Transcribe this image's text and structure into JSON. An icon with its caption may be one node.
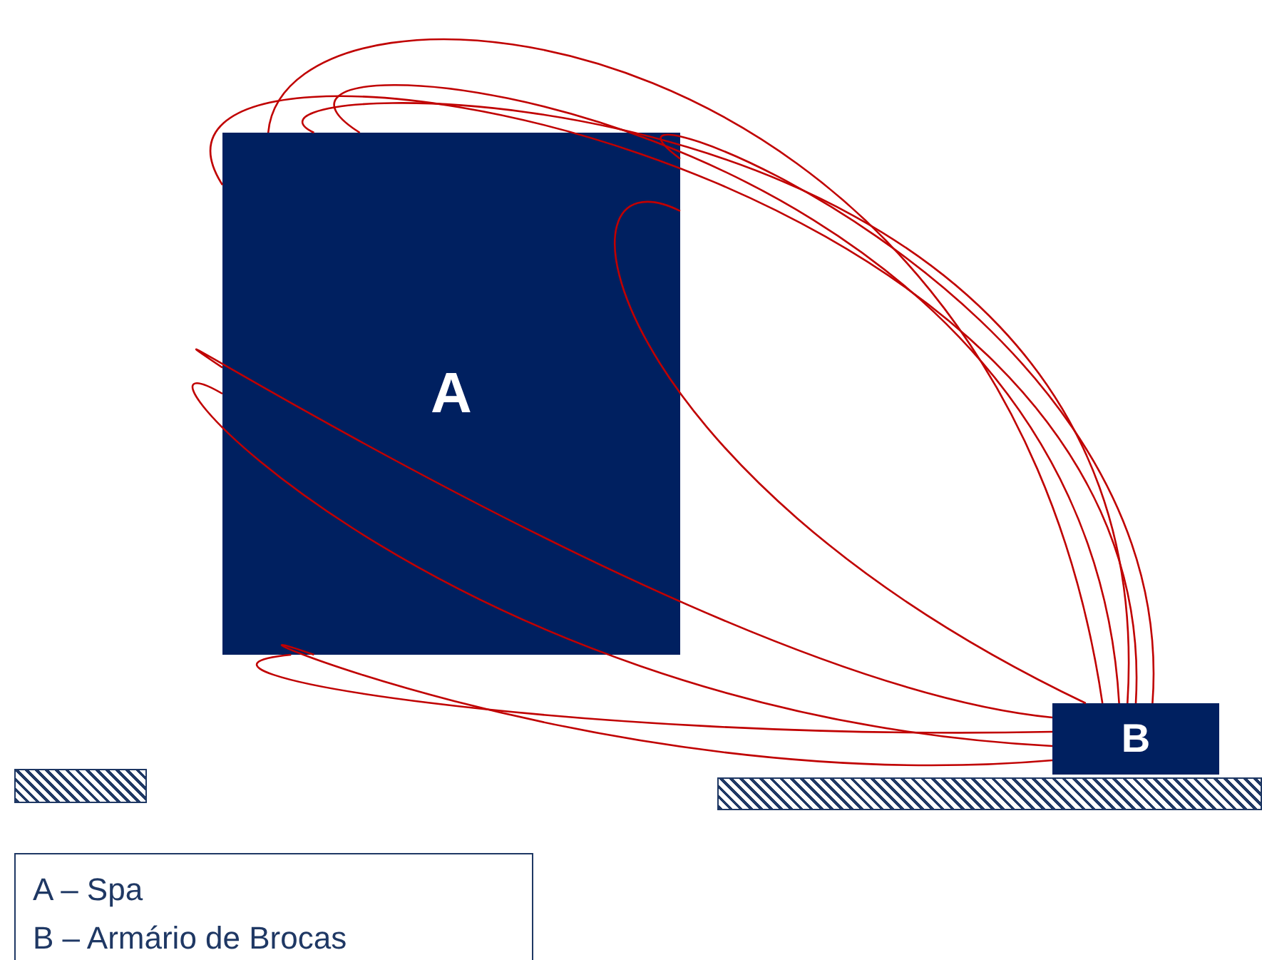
{
  "diagram": {
    "nodes": [
      {
        "text": [
          "A"
        ]
      },
      {
        "text": [
          "B"
        ]
      },
      {
        "text": [],
        "shape": "bar"
      },
      {
        "text": [],
        "shape": "bar"
      }
    ],
    "edges": [
      {
        "from": 1,
        "to": 0,
        "arrow": "none",
        "color": "#c00000"
      },
      {
        "from": 1,
        "to": 0,
        "arrow": "none",
        "color": "#c00000"
      },
      {
        "from": 1,
        "to": 0,
        "arrow": "none",
        "color": "#c00000"
      },
      {
        "from": 1,
        "to": 0,
        "arrow": "none",
        "color": "#c00000"
      },
      {
        "from": 1,
        "to": 0,
        "arrow": "none",
        "color": "#c00000"
      },
      {
        "from": 1,
        "to": 0,
        "arrow": "none",
        "color": "#c00000"
      },
      {
        "from": 1,
        "to": 0,
        "arrow": "none",
        "color": "#c00000"
      },
      {
        "from": 1,
        "to": 0,
        "arrow": "none",
        "color": "#c00000"
      },
      {
        "from": 1,
        "to": 0,
        "arrow": "none",
        "color": "#c00000"
      },
      {
        "from": 1,
        "to": 0,
        "arrow": "none",
        "color": "#c00000"
      }
    ],
    "labels": [
      "A – Spa",
      "B – Armário de Brocas"
    ]
  }
}
